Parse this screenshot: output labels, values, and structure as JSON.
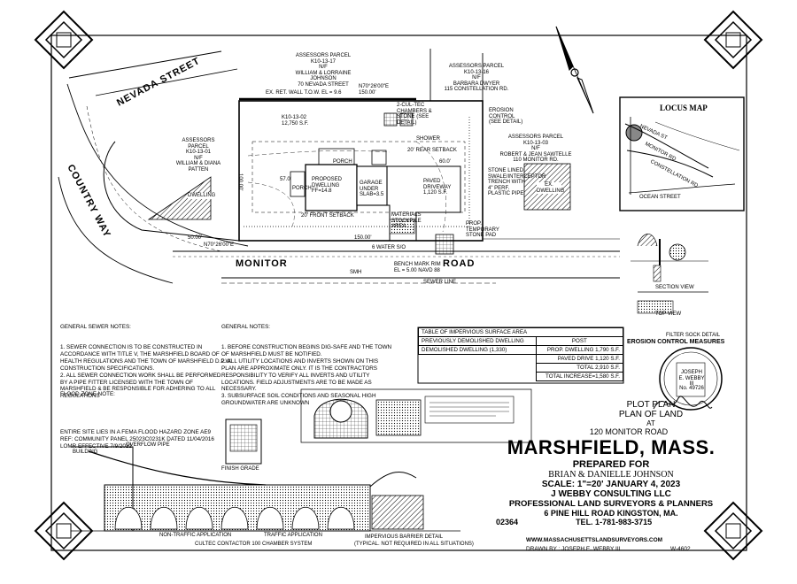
{
  "street_labels": {
    "nevada_street": "NEVADA STREET",
    "country_way": "COUNTRY WAY",
    "monitor_road_1": "MONITOR",
    "monitor_road_2": "ROAD"
  },
  "parcels": {
    "north_1": [
      "ASSESSORS PARCEL",
      "K10-13-17",
      "N/F",
      "WILLIAM & LORRAINE",
      "JOHNSON",
      "70 NEVADA STREET"
    ],
    "north_2": [
      "ASSESSORS PARCEL",
      "K10-13-16",
      "N/F",
      "BARBARA DWYER",
      "115 CONSTELLATION RD."
    ],
    "west": [
      "ASSESSORS",
      "PARCEL",
      "K10-13-01",
      "N/F",
      "WILLIAM & DIANA",
      "PATTEN"
    ],
    "east": [
      "ASSESSORS PARCEL",
      "K10-13-03",
      "N/F",
      "ROBERT & JEAN SAWTELLE",
      "110 MONITOR RD."
    ],
    "subject": [
      "K10-13-02",
      "12,750 S.F."
    ]
  },
  "site_labels": {
    "ex_ret_wall": "EX. RET. WALL T.O.W. EL = 9.6",
    "bearing_north": "N70°26'00\"E",
    "dist_north": "150.00'",
    "bearing_south": "N70°26'00\"E",
    "dist_south": "150.00'",
    "chambers": "2-CUL-TEC CHAMBERS & STONE (SEE DETAIL)",
    "erosion_control": "EROSION CONTROL (SEE DETAIL)",
    "shower": "SHOWER",
    "rear_setback": "20' REAR SETBACK",
    "dim_60": "60.0'",
    "dim_57": "57.0'",
    "porch_1": "PORCH",
    "porch_2": "PORCH",
    "proposed_dwelling": "PROPOSED DWELLING FF=14.8",
    "garage": "GARAGE UNDER SLAB=3.5",
    "paved_driveway": "PAVED DRIVEWAY 1,120 S.F.",
    "stone_lined": "STONE LINED SWALE/INTERCEPTOR TRENCH WITH 4\" PERF. PLASTIC PIPE",
    "ex_dwelling_east": "EX. DWELLING",
    "dwelling_west": "DWELLING",
    "front_setback": "20' FRONT SETBACK",
    "materials_stockpile": "MATERIALS STOCKPILE AREA",
    "prop_temp_pad": "PROP. TEMPORARY STONE PAD",
    "water_service": "6 WATER S/O",
    "bench_mark": "BENCH MARK RIM EL = 5.00 NAVD 88",
    "smh": "SMH",
    "sewer_line": "SEWER LINE",
    "dist_west": "50.00'",
    "dist_side": "100.00'"
  },
  "locus_map": {
    "title": "LOCUS MAP",
    "streets": [
      "NEVADA ST",
      "MONITOR RD",
      "CONSTELLATION RD",
      "OCEAN STREET"
    ]
  },
  "erosion_control": {
    "section_view": "SECTION VIEW",
    "top_view": "TOP VIEW",
    "filter_sock": "FILTER SOCK DETAIL",
    "title": "EROSION CONTROL MEASURES"
  },
  "sewer_notes": {
    "title": "GENERAL SEWER NOTES:",
    "lines": [
      "1. SEWER CONNECTION IS TO BE CONSTRUCTED IN",
      "ACCORDANCE WITH TITLE V, THE MARSHFIELD BOARD OF",
      "HEALTH REGULATIONS AND THE TOWN OF MARSHFIELD D.P.W.",
      "CONSTRUCTION SPECIFICATIONS.",
      "2. ALL SEWER CONNECTION WORK SHALL BE PERFORMED",
      "BY A PIPE FITTER LICENSED WITH THE TOWN OF",
      "MARSHFIELD & BE RESPONSIBLE FOR ADHERING TO ALL",
      "REGULATIONS"
    ]
  },
  "flood_notes": {
    "title": "FLOOD ZONE NOTE:",
    "lines": [
      "ENTIRE SITE LIES IN A FEMA FLOOD HAZARD ZONE AE9",
      "REF: COMMUNITY PANEL 25023C0231K DATED 11/04/2016",
      "LOMR EFFECTIVE 7/9/2021"
    ]
  },
  "general_notes": {
    "title": "GENERAL NOTES:",
    "lines": [
      "1. BEFORE CONSTRUCTION BEGINS DIG-SAFE AND THE TOWN",
      "OF MARSHFIELD MUST BE NOTIFIED.",
      "2. ALL UTILITY LOCATIONS AND INVERTS SHOWN ON THIS",
      "PLAN ARE APPROXIMATE ONLY. IT IS THE CONTRACTORS",
      "RESPONSIBILITY TO VERIFY ALL INVERTS AND UTILITY",
      "LOCATIONS. FIELD ADJUSTMENTS ARE TO BE MADE AS",
      "NECESSARY.",
      "3. SUBSURFACE SOIL CONDITIONS AND SEASONAL HIGH",
      "GROUNDWATER ARE UNKNOWN"
    ]
  },
  "impervious_table": {
    "title": "TABLE OF IMPERVIOUS SURFACE AREA",
    "headers": [
      "PREVIOUSLY DEMOLISHED DWELLING",
      "POST"
    ],
    "rows": [
      [
        "DEMOLISHED DWELLING (1,330)",
        "PROP. DWELLING 1,790 S.F."
      ],
      [
        "",
        "PAVED DRIVE 1,120 S.F."
      ],
      [
        "",
        "TOTAL 2,910 S.F."
      ],
      [
        "",
        "TOTAL INCREASE=1,580 S.F."
      ]
    ]
  },
  "details": {
    "overflow_pipe": "OVERFLOW PIPE",
    "building": "BUILDING",
    "finish_grade": "FINISH GRADE",
    "non_traffic": "NON-TRAFFIC APPLICATION",
    "traffic": "TRAFFIC APPLICATION",
    "chamber_system": "CULTEC CONTACTOR 100 CHAMBER SYSTEM",
    "impervious_barrier": "IMPERVIOUS BARRIER DETAIL",
    "not_required": "(TYPICAL. NOT REQUIRED IN ALL SITUATIONS)"
  },
  "stamp": {
    "name": "JOSEPH E. WEBBY III",
    "number": "No. 49726",
    "signature": "J E Webby III"
  },
  "title_block": {
    "line1": "PLOT PLAN",
    "line2": "PLAN OF LAND",
    "line3": "AT",
    "line4": "120 MONITOR ROAD",
    "town": "MARSHFIELD, MASS.",
    "prepared_for": "PREPARED FOR",
    "client": "BRIAN & DANIELLE JOHNSON",
    "scale": "SCALE: 1\"=20' JANUARY 4, 2023",
    "firm": "J WEBBY CONSULTING LLC",
    "firm_desc": "PROFESSIONAL LAND SURVEYORS & PLANNERS",
    "address": "6 PINE HILL ROAD KINGSTON,   MA.",
    "zip": "02364",
    "tel": "TEL.  1-781-983-3715",
    "website": "WWW.MASSACHUSETTSLANDSURVEYORS.COM",
    "drawn_by": "DRAWN BY : JOSEPH E. WEBBY III",
    "drawing_no": "W-4602"
  }
}
